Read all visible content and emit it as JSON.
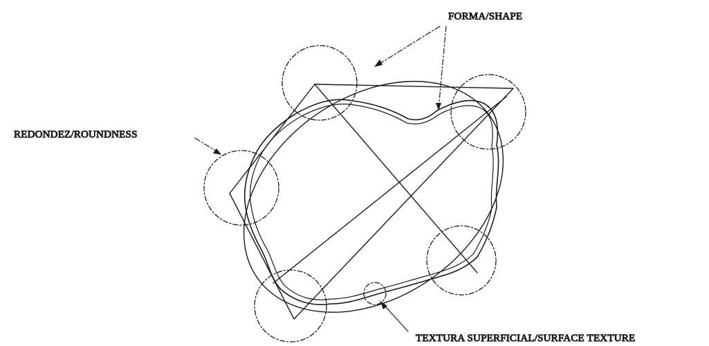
{
  "labels": {
    "shape": "FORMA/SHAPE",
    "roundness": "REDONDEZ/ROUNDNESS",
    "texture": "TEXTURA SUPERFICIAL/SURFACE TEXTURE"
  },
  "colors": {
    "line": "#1a1a1a",
    "background": "#ffffff"
  }
}
